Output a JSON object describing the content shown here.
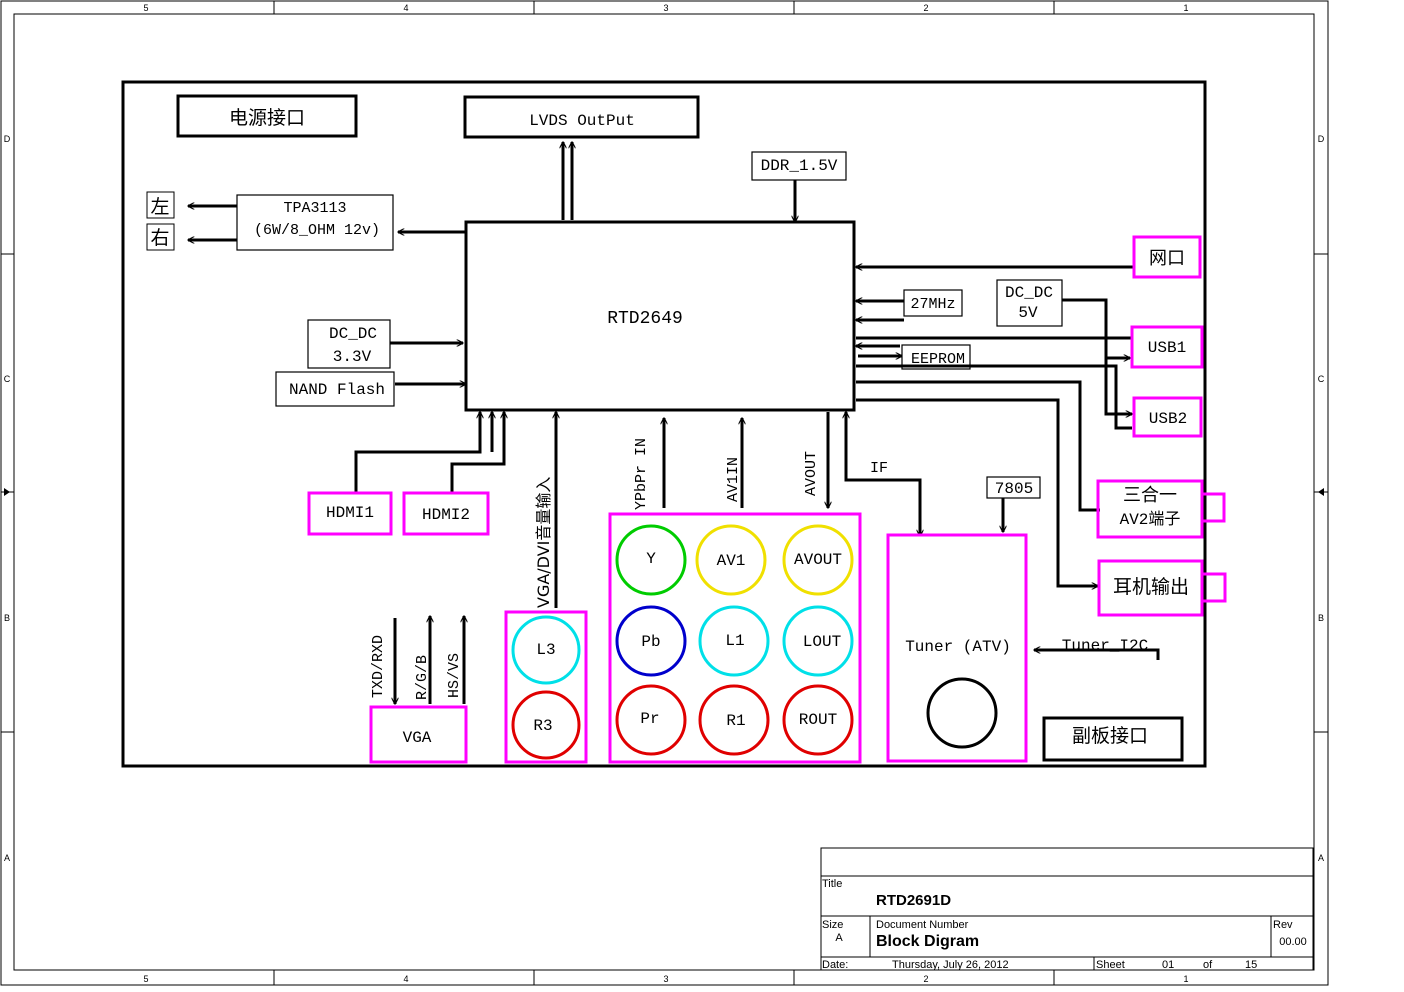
{
  "frame": {
    "column_labels": [
      "5",
      "4",
      "3",
      "2",
      "1"
    ],
    "row_labels": [
      "D",
      "C",
      "B",
      "A"
    ]
  },
  "blocks": {
    "power_port": "电源接口",
    "lvds": "LVDS OutPut",
    "ddr": "DDR_1.5V",
    "tpa_line1": "TPA3113",
    "tpa_line2": "(6W/8_OHM 12v)",
    "left": "左",
    "right": "右",
    "soc": "RTD2649",
    "dcdc33_line1": "DC_DC",
    "dcdc33_line2": "3.3V",
    "nand": "NAND Flash",
    "hdmi1": "HDMI1",
    "hdmi2": "HDMI2",
    "vga_dvi_audio": "VGA/DVI音量输入",
    "ypbpr_in": "YPbPr IN",
    "av1in": "AV1IN",
    "avout": "AVOUT",
    "if": "IF",
    "osc": "27MHz",
    "eeprom": "EEPROM",
    "dcdc5_line1": "DC_DC",
    "dcdc5_line2": "5V",
    "network": "网口",
    "usb1": "USB1",
    "usb2": "USB2",
    "three_in_one_line1": "三合一",
    "three_in_one_line2": "AV2端子",
    "headphone": "耳机输出",
    "reg7805": "7805",
    "tuner": "Tuner (ATV)",
    "tuner_i2c": "Tuner_I2C",
    "sub_board": "副板接口",
    "vga": "VGA",
    "txd_rxd": "TXD/RXD",
    "rgb": "R/G/B",
    "hs_vs": "HS/VS",
    "jack_l3": "L3",
    "jack_r3": "R3",
    "jack_y": "Y",
    "jack_av1": "AV1",
    "jack_avout": "AVOUT",
    "jack_pb": "Pb",
    "jack_l1": "L1",
    "jack_lout": "LOUT",
    "jack_pr": "Pr",
    "jack_r1": "R1",
    "jack_rout": "ROUT"
  },
  "titleblock": {
    "title_label": "Title",
    "title": "RTD2691D",
    "size_label": "Size",
    "size": "A",
    "docnum_label": "Document Number",
    "docnum": "Block Digram",
    "rev_label": "Rev",
    "rev": "00.00",
    "date_label": "Date:",
    "date": "Thursday, July 26, 2012",
    "sheet_label": "Sheet",
    "sheet": "01",
    "of_label": "of",
    "total": "15"
  },
  "colors": {
    "magenta": "#ff00ff",
    "green": "#00cc00",
    "yellow": "#f0e000",
    "blue": "#0000cc",
    "cyan": "#00e0e8",
    "red": "#e00000"
  }
}
